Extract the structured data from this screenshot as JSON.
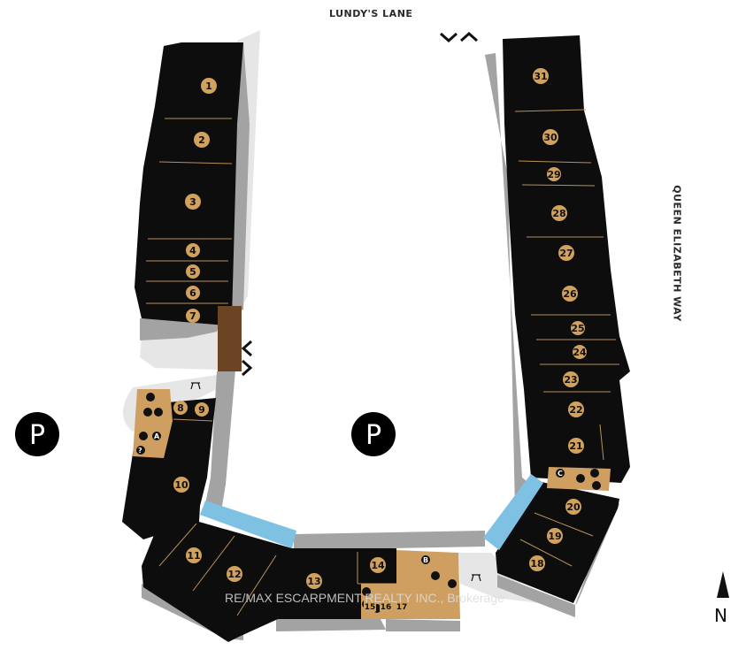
{
  "roads": {
    "north": "LUNDY'S LANE",
    "east": "QUEEN ELIZABETH WAY"
  },
  "parking": {
    "label": "P"
  },
  "compass": {
    "label": "N"
  },
  "watermark": "RE/MAX ESCARPMENT REALTY INC., Brokerage",
  "units": [
    "1",
    "2",
    "3",
    "4",
    "5",
    "6",
    "7",
    "8",
    "9",
    "10",
    "11",
    "12",
    "13",
    "14",
    "15",
    "16",
    "17",
    "18",
    "19",
    "20",
    "21",
    "22",
    "23",
    "24",
    "25",
    "26",
    "27",
    "28",
    "29",
    "30",
    "31"
  ],
  "amenity_letters": {
    "a": "A",
    "b": "B",
    "c": "C",
    "question": "?"
  },
  "colors": {
    "building": "#0d0d0d",
    "shadow": "#a3a3a3",
    "walkway": "#e6e6e6",
    "amenity": "#cf9f62",
    "badge": "#d1a15e",
    "glass": "#7fc1e2",
    "entrance": "#6b4424"
  }
}
